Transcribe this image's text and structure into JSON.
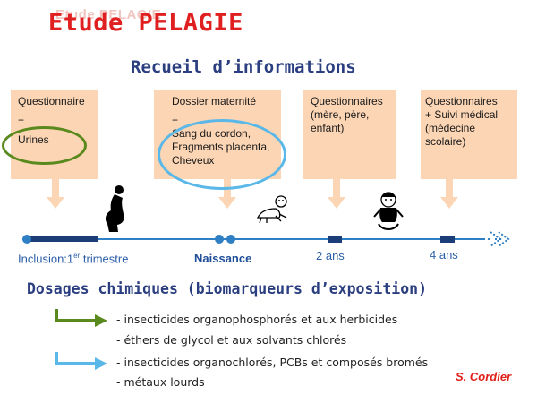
{
  "header": {
    "watermark": "Etude PELAGIE",
    "title": "Etude PELAGIE",
    "subtitle": "Recueil d’informations"
  },
  "callouts": [
    {
      "lines": [
        "Questionnaire",
        "+",
        "Urines"
      ]
    },
    {
      "lines": [
        "Dossier maternité",
        "+",
        "Sang du cordon,",
        "Fragments placenta,",
        "Cheveux"
      ]
    },
    {
      "lines": [
        "Questionnaires",
        "(mère, père,",
        "enfant)"
      ]
    },
    {
      "lines": [
        "Questionnaires",
        "+ Suivi médical",
        "(médecine",
        "scolaire)"
      ]
    }
  ],
  "timeline": {
    "labels": {
      "inclusion_main": "Inclusion:1",
      "inclusion_sup": "er",
      "inclusion_rest": " trimestre",
      "birth": "Naissance",
      "two_years": "2 ans",
      "four_years": "4 ans"
    }
  },
  "dosages": {
    "title": "Dosages chimiques (biomarqueurs d’exposition)",
    "green_group": [
      "- insecticides organophosphorés et aux herbicides",
      "- éthers de glycol et aux solvants chlorés"
    ],
    "blue_group": [
      "- insecticides organochlorés, PCBs et composés bromés",
      "- métaux lourds"
    ]
  },
  "author": "S. Cordier",
  "colors": {
    "title_red": "#e02020",
    "navy": "#2a3e80",
    "callout_peach": "#fcd5b4",
    "green": "#5a8a1e",
    "light_blue": "#5ab8e8",
    "timeline_blue": "#2f7fc4"
  },
  "icons": [
    "pregnant-silhouette-icon",
    "baby-crawling-icon",
    "toddler-sitting-icon"
  ]
}
